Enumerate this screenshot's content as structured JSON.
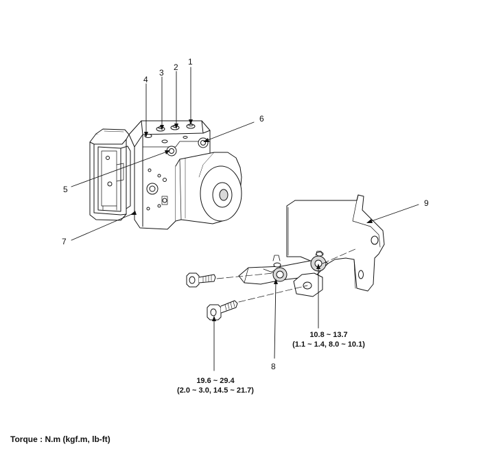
{
  "callouts": {
    "c1": "1",
    "c2": "2",
    "c3": "3",
    "c4": "4",
    "c5": "5",
    "c6": "6",
    "c7": "7",
    "c8": "8",
    "c9": "9"
  },
  "torque_bracket": {
    "line1": "10.8 ~ 13.7",
    "line2": "(1.1 ~ 1.4, 8.0 ~ 10.1)"
  },
  "torque_bolt": {
    "line1": "19.6 ~ 29.4",
    "line2": "(2.0 ~ 3.0, 14.5 ~ 21.7)"
  },
  "footnote": "Torque : N.m (kgf.m, lb-ft)",
  "colors": {
    "line": "#111111",
    "shade": "#d9d9d9",
    "background": "#ffffff"
  }
}
